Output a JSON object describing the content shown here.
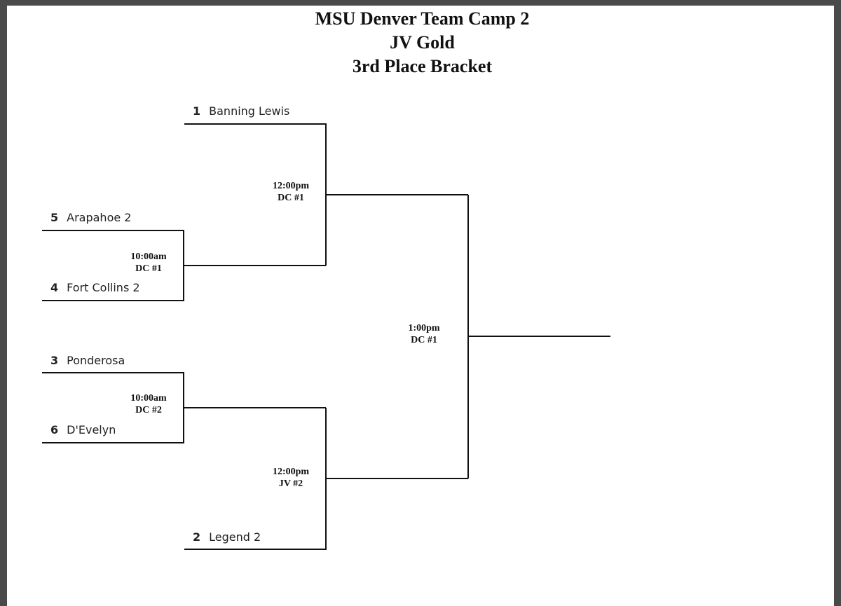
{
  "title": {
    "line1": "MSU Denver Team Camp 2",
    "line2": "JV Gold",
    "line3": "3rd Place Bracket"
  },
  "teams": [
    {
      "seed": "1",
      "name": "Banning Lewis"
    },
    {
      "seed": "5",
      "name": "Arapahoe 2"
    },
    {
      "seed": "4",
      "name": "Fort Collins 2"
    },
    {
      "seed": "3",
      "name": "Ponderosa"
    },
    {
      "seed": "6",
      "name": "D'Evelyn"
    },
    {
      "seed": "2",
      "name": "Legend 2"
    }
  ],
  "games": [
    {
      "time": "10:00am",
      "court": "DC #1"
    },
    {
      "time": "10:00am",
      "court": "DC #2"
    },
    {
      "time": "12:00pm",
      "court": "DC #1"
    },
    {
      "time": "12:00pm",
      "court": "JV #2"
    },
    {
      "time": "1:00pm",
      "court": "DC #1"
    }
  ]
}
